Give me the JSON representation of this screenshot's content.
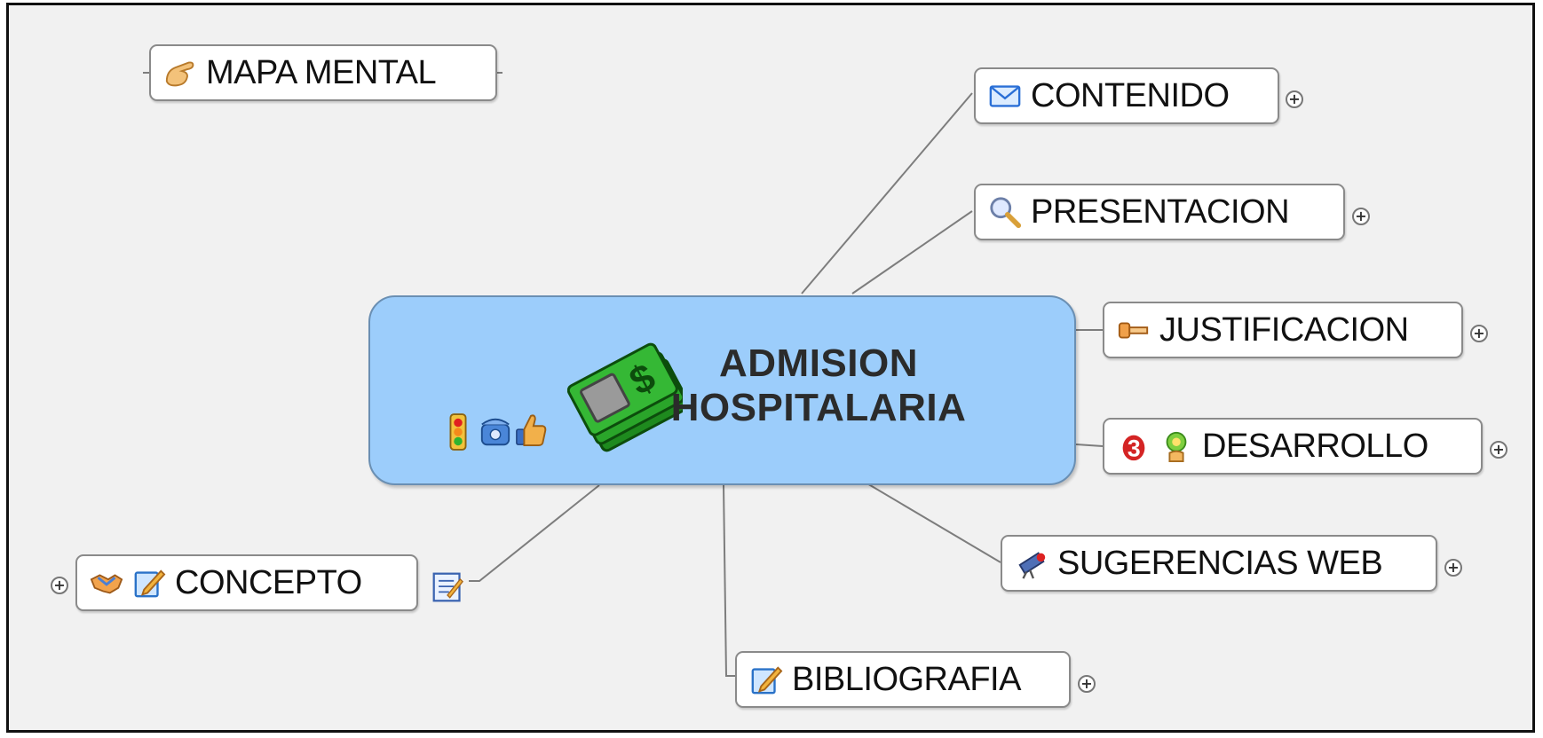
{
  "central": {
    "title_line1": "ADMISION",
    "title_line2": "HOSPITALARIA",
    "icon": "money-icon",
    "marker_icons": [
      "traffic-light-icon",
      "telephone-icon",
      "thumbs-up-icon"
    ]
  },
  "floating": {
    "label": "MAPA MENTAL",
    "icon": "hand-pointing-icon"
  },
  "topics": {
    "contenido": {
      "label": "CONTENIDO",
      "icon": "envelope-icon"
    },
    "presentacion": {
      "label": "PRESENTACION",
      "icon": "magnifier-icon"
    },
    "justificacion": {
      "label": "JUSTIFICACION",
      "icon": "key-icon"
    },
    "desarrollo": {
      "label": "DESARROLLO",
      "icons": [
        "number-3-icon",
        "lightbulb-person-icon"
      ]
    },
    "sugerencias": {
      "label": "SUGERENCIAS WEB",
      "icon": "telescope-icon"
    },
    "bibliografia": {
      "label": "BIBLIOGRAFIA",
      "icon": "edit-pencil-icon"
    },
    "concepto": {
      "label": "CONCEPTO",
      "icons": [
        "handshake-icon",
        "edit-pencil-icon"
      ],
      "note_icon": "note-icon"
    }
  },
  "expander_symbol": "+",
  "colors": {
    "central_fill": "#9ccdfb",
    "topic_border": "#8a8a8a",
    "link": "#7a7a7a",
    "money": "#1f9a1f"
  }
}
